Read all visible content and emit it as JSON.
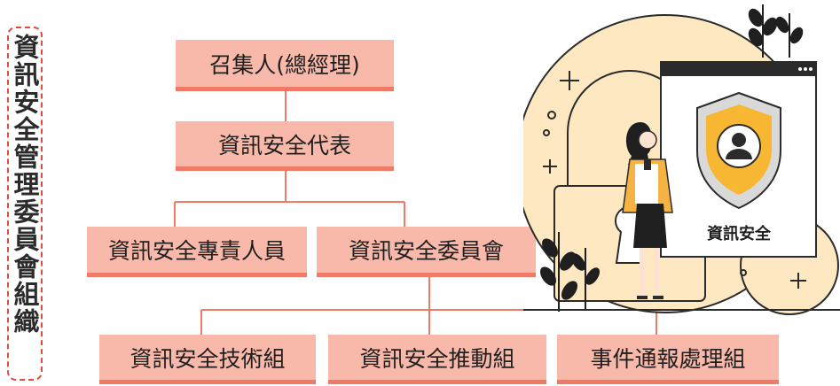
{
  "title": "資訊安全管理委員會組織",
  "org": {
    "convener": "召集人(總經理)",
    "representative": "資訊安全代表",
    "level2": [
      "資訊安全專責人員",
      "資訊安全委員會"
    ],
    "level3": [
      "資訊安全技術組",
      "資訊安全推動組",
      "事件通報處理組"
    ]
  },
  "illustration": {
    "screen_label": "資訊安全",
    "icons": [
      "shield-user-icon",
      "padlock-icon",
      "woman-with-phone",
      "plant-icon"
    ]
  },
  "colors": {
    "box_fill": "#f9b9aa",
    "box_border": "#f07a66",
    "connector": "#f07a66",
    "title_frame": "#e34b3f",
    "accent_circle": "#fde8c2",
    "shield": "#f7b733"
  }
}
